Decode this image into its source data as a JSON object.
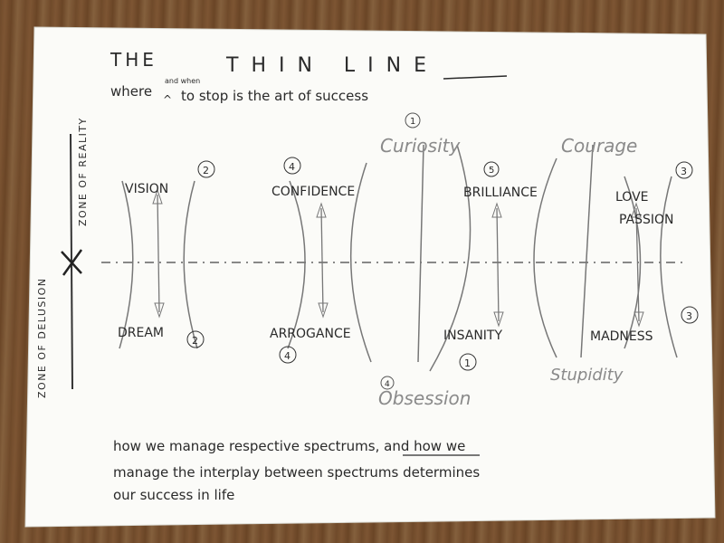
{
  "title": {
    "part1": "THE",
    "insert": "and when",
    "part2": "THIN LINE",
    "subtitle_a": "where",
    "subtitle_b": "to stop is the art of success"
  },
  "zones": {
    "reality": "ZONE OF REALITY",
    "delusion": "ZONE OF DELUSION"
  },
  "spectrums": [
    {
      "top": "VISION",
      "top_num": "2",
      "bottom": "DREAM",
      "bottom_num": "2"
    },
    {
      "top": "CONFIDENCE",
      "top_num": "4",
      "bottom": "ARROGANCE",
      "bottom_num": "4"
    },
    {
      "top": "BRILLIANCE",
      "top_num": "5",
      "bottom": "INSANITY",
      "bottom_num": "1"
    },
    {
      "top": "LOVE",
      "top2": "PASSION",
      "top_num": "3",
      "bottom": "MADNESS",
      "bottom_num": "3"
    }
  ],
  "interplay": {
    "curiosity": "Curiosity",
    "curiosity_num": "1",
    "courage": "Courage",
    "obsession": "Obsession",
    "obsession_num": "4",
    "stupidity": "Stupidity"
  },
  "footer": {
    "line1": "how we manage respective spectrums, and how we",
    "line2": "manage the interplay between spectrums determines",
    "line3": "our success in life"
  },
  "colors": {
    "ink": "#2a2a2a",
    "pencil": "#8a8a8a",
    "paper": "#fbfbf8",
    "desk": "#7a5230"
  }
}
